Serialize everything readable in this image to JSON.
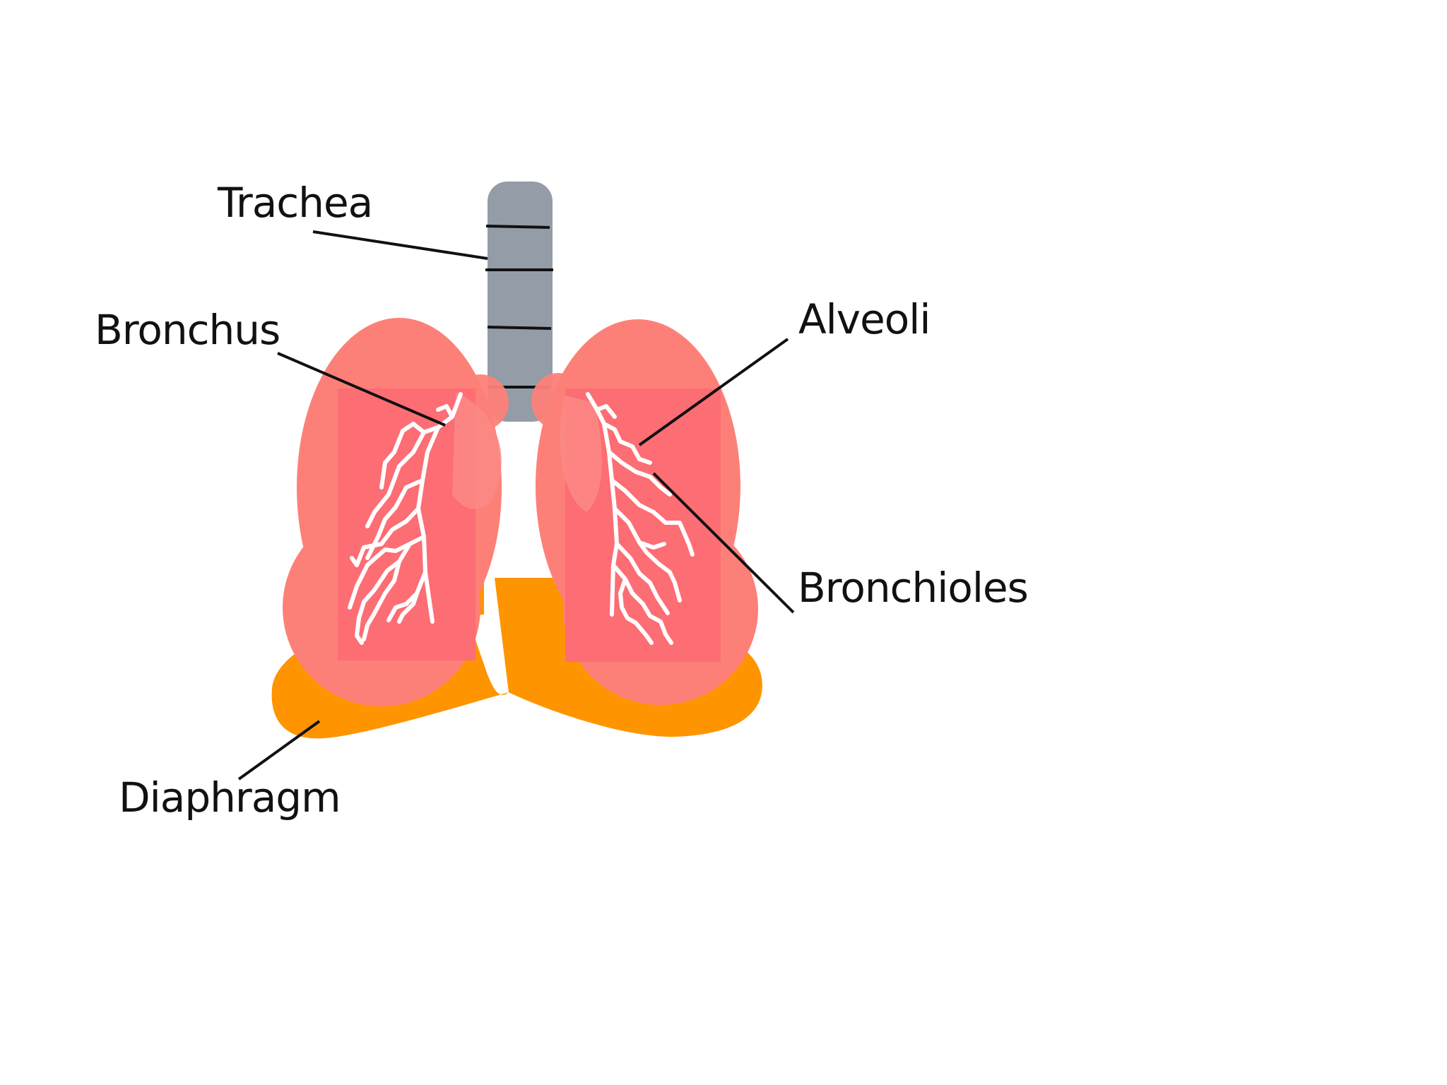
{
  "labels": {
    "trachea": "Trachea",
    "bronchus": "Bronchus",
    "alveoli": "Alveoli",
    "bronchioles": "Bronchioles",
    "diaphragm": "Diaphragm"
  },
  "colors": {
    "background": "#ffffff",
    "trachea": "#939ca7",
    "lung": "#fd8078",
    "lung_inner": "#fd6d74",
    "diaphragm": "#fe9400",
    "vessels": "#ffffff",
    "leader_lines": "#111111"
  }
}
